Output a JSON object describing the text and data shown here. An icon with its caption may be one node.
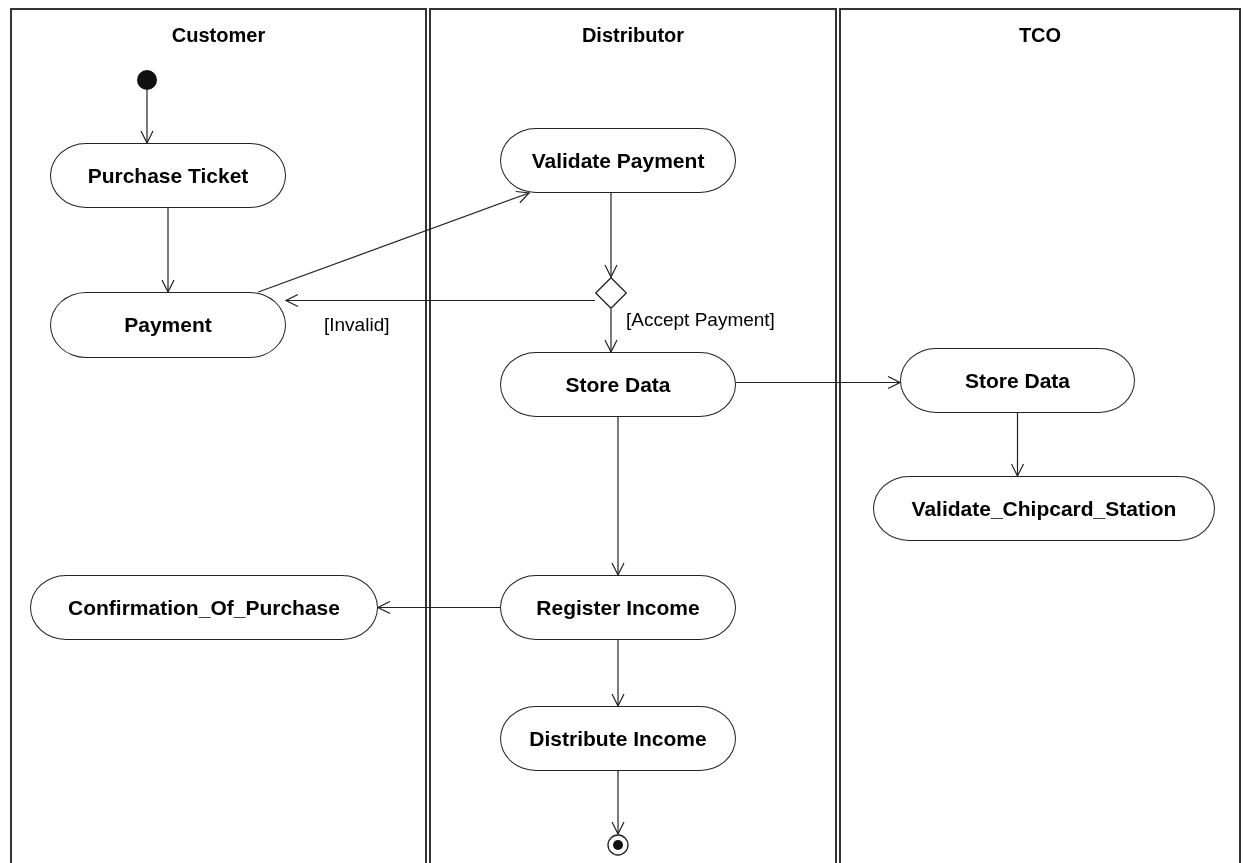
{
  "diagram": {
    "nodes": [
      {
        "text": [
          "Customer"
        ]
      },
      {
        "text": [],
        "shape": "circle",
        "in": 0
      },
      {
        "text": [
          "Purchase Ticket"
        ],
        "in": 0
      },
      {
        "text": [
          "Payment"
        ],
        "in": 0
      },
      {
        "text": [
          "Confirmation_Of_Purchase"
        ],
        "in": 0
      },
      {
        "text": [
          "Distributor"
        ]
      },
      {
        "text": [
          "Validate Payment"
        ],
        "in": 5
      },
      {
        "text": [],
        "shape": "diamond",
        "in": 5
      },
      {
        "text": [
          "Store Data"
        ],
        "in": 5
      },
      {
        "text": [
          "Register Income"
        ],
        "in": 5
      },
      {
        "text": [
          "Distribute Income"
        ],
        "in": 5
      },
      {
        "text": [],
        "shape": "circle",
        "in": 5
      },
      {
        "text": [
          "TCO"
        ]
      },
      {
        "text": [
          "Store Data"
        ],
        "in": 12
      },
      {
        "text": [
          "Validate_Chipcard_Station"
        ],
        "in": 12
      }
    ],
    "edges": [
      {
        "from": 1,
        "to": 2,
        "arrow": "to"
      },
      {
        "from": 2,
        "to": 3,
        "arrow": "to"
      },
      {
        "from": 3,
        "to": 6,
        "arrow": "to"
      },
      {
        "from": 6,
        "to": 7,
        "arrow": "to"
      },
      {
        "from": 7,
        "to": 3,
        "arrow": "to",
        "label": "[Invalid]"
      },
      {
        "from": 7,
        "to": 8,
        "arrow": "to",
        "label": "[Accept Payment]"
      },
      {
        "from": 8,
        "to": 13,
        "arrow": "to"
      },
      {
        "from": 8,
        "to": 9,
        "arrow": "to"
      },
      {
        "from": 9,
        "to": 4,
        "arrow": "to"
      },
      {
        "from": 9,
        "to": 10,
        "arrow": "to"
      },
      {
        "from": 10,
        "to": 11,
        "arrow": "to"
      },
      {
        "from": 13,
        "to": 14,
        "arrow": "to"
      }
    ]
  }
}
